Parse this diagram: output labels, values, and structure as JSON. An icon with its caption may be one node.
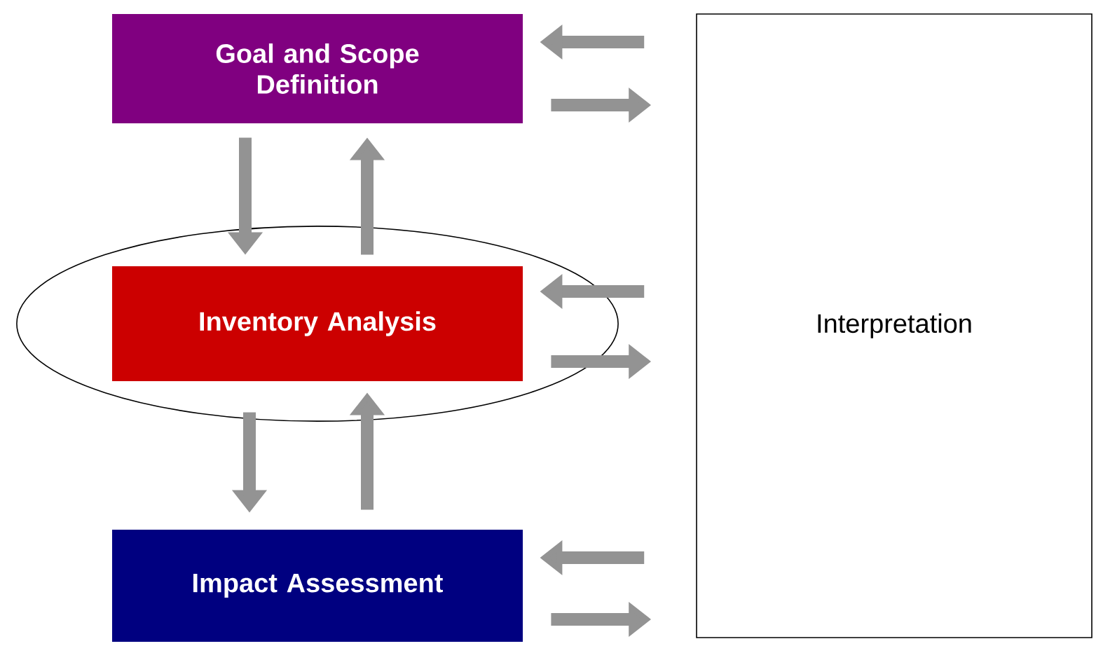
{
  "diagram": {
    "nodes": [
      {
        "text": [
          "Goal and Scope Definition"
        ]
      },
      {
        "text": [],
        "shape": "ellipse"
      },
      {
        "text": [
          "Inventory Analysis"
        ],
        "in": 1
      },
      {
        "text": [
          "Impact Assessment"
        ]
      },
      {
        "text": [
          "Interpretation"
        ]
      }
    ],
    "edges": [
      {
        "from": 0,
        "to": 2,
        "arrow": "to"
      },
      {
        "from": 2,
        "to": 0,
        "arrow": "to"
      },
      {
        "from": 2,
        "to": 3,
        "arrow": "to"
      },
      {
        "from": 3,
        "to": 2,
        "arrow": "to"
      },
      {
        "from": 4,
        "to": 0,
        "arrow": "to"
      },
      {
        "from": 0,
        "to": 4,
        "arrow": "to"
      },
      {
        "from": 4,
        "to": 2,
        "arrow": "to"
      },
      {
        "from": 2,
        "to": 4,
        "arrow": "to"
      },
      {
        "from": 4,
        "to": 3,
        "arrow": "to"
      },
      {
        "from": 3,
        "to": 4,
        "arrow": "to"
      }
    ]
  }
}
